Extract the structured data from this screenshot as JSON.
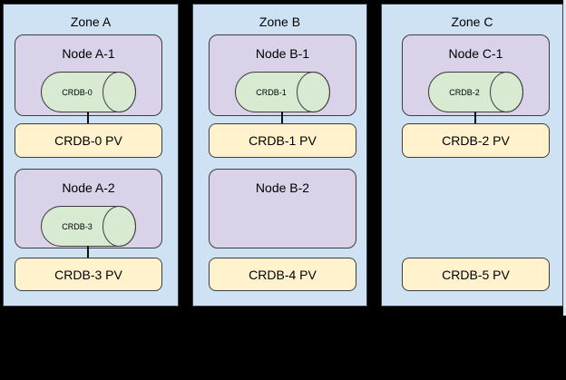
{
  "colors": {
    "background": "#000000",
    "zone_fill": "#cfe2f3",
    "node_fill": "#d9d2e9",
    "pod_fill": "#d9ead3",
    "pv_fill": "#fff2cc",
    "outline": "#3d3d3d"
  },
  "zones": [
    {
      "label": "Zone A",
      "rows": [
        {
          "node_label": "Node A-1",
          "pod_label": "CRDB-0",
          "pv_label": "CRDB-0 PV",
          "has_node": true,
          "has_pod": true,
          "pod_connected_to_pv": true
        },
        {
          "node_label": "Node A-2",
          "pod_label": "CRDB-3",
          "pv_label": "CRDB-3 PV",
          "has_node": true,
          "has_pod": true,
          "pod_connected_to_pv": true
        }
      ]
    },
    {
      "label": "Zone B",
      "rows": [
        {
          "node_label": "Node B-1",
          "pod_label": "CRDB-1",
          "pv_label": "CRDB-1 PV",
          "has_node": true,
          "has_pod": true,
          "pod_connected_to_pv": true
        },
        {
          "node_label": "Node B-2",
          "pod_label": null,
          "pv_label": "CRDB-4 PV",
          "has_node": true,
          "has_pod": false,
          "pod_connected_to_pv": false
        }
      ]
    },
    {
      "label": "Zone C",
      "rows": [
        {
          "node_label": "Node C-1",
          "pod_label": "CRDB-2",
          "pv_label": "CRDB-2 PV",
          "has_node": true,
          "has_pod": true,
          "pod_connected_to_pv": true
        },
        {
          "node_label": null,
          "pod_label": null,
          "pv_label": "CRDB-5 PV",
          "has_node": false,
          "has_pod": false,
          "pod_connected_to_pv": false
        }
      ]
    }
  ]
}
